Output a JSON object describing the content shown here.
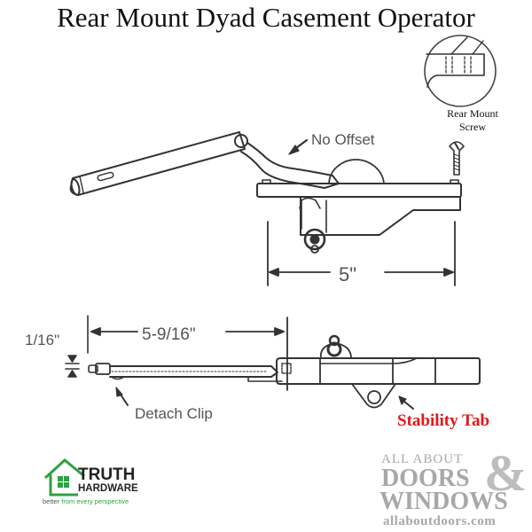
{
  "title": "Rear Mount Dyad Casement Operator",
  "diagram": {
    "top_view": {
      "callout": "No Offset",
      "dimension": "5\""
    },
    "inset": {
      "label_line1": "Rear Mount",
      "label_line2": "Screw",
      "icon": "screw-icon"
    },
    "side_view": {
      "gap_dimension": "1/16\"",
      "arm_dimension": "5-9/16\"",
      "callout_clip": "Detach Clip",
      "callout_tab": "Stability Tab"
    }
  },
  "logos": {
    "truth": {
      "line1": "TRUTH",
      "line2": "HARDWARE",
      "tagline_a": "better ",
      "tagline_b": "from every perspective",
      "brand_color": "#2fa043"
    },
    "aad": {
      "line1": "ALL ABOUT",
      "line2": "DOORS",
      "amp": "&",
      "line3": "WINDOWS",
      "url": "allaboutdoors.com",
      "color": "#a8a8a8"
    }
  },
  "colors": {
    "callout_red": "#e01818",
    "line": "#333333"
  }
}
